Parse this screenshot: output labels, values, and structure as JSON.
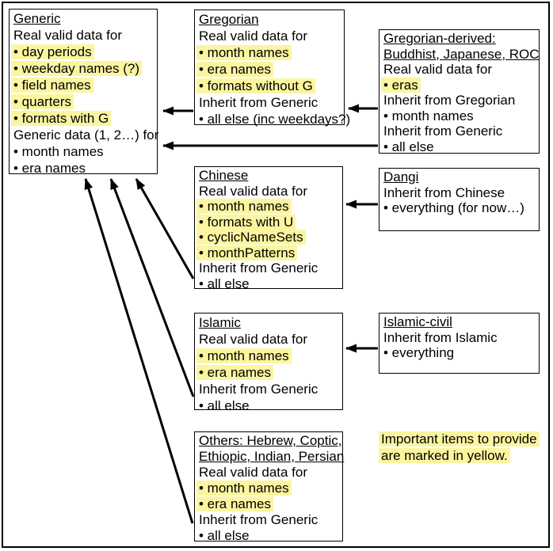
{
  "diagram": {
    "title": "Calendar data inheritance diagram",
    "colors": {
      "highlight": "#FBF5A0",
      "line": "#000000",
      "background": "#FFFFFF",
      "text": "#000000"
    },
    "boxes": [
      {
        "id": "generic",
        "lines": [
          {
            "text": "Generic",
            "underline": true
          },
          {
            "text": "Real valid data for"
          },
          {
            "text": "• day periods",
            "highlight": true
          },
          {
            "text": "• weekday names (?)",
            "highlight": true
          },
          {
            "text": "• field names",
            "highlight": true
          },
          {
            "text": "• quarters",
            "highlight": true
          },
          {
            "text": "• formats with G",
            "highlight": true
          },
          {
            "text": "Generic data (1, 2…) for"
          },
          {
            "text": "• month names"
          },
          {
            "text": "• era names"
          }
        ]
      },
      {
        "id": "gregorian",
        "lines": [
          {
            "text": "Gregorian",
            "underline": true
          },
          {
            "text": "Real valid data for"
          },
          {
            "text": "• month names",
            "highlight": true
          },
          {
            "text": "• era names",
            "highlight": true
          },
          {
            "text": "• formats without G",
            "highlight": true
          },
          {
            "text": "Inherit from Generic"
          },
          {
            "text": "• all else (inc weekdays?)"
          }
        ]
      },
      {
        "id": "gregorian-derived",
        "lines": [
          {
            "text": "Gregorian-derived:",
            "underline": true
          },
          {
            "text": "Buddhist, Japanese, ROC",
            "underline": true
          },
          {
            "text": "Real valid data for"
          },
          {
            "text": "• eras",
            "highlight": true
          },
          {
            "text": "Inherit from Gregorian"
          },
          {
            "text": "• month names"
          },
          {
            "text": "Inherit from Generic"
          },
          {
            "text": "• all else"
          }
        ]
      },
      {
        "id": "chinese",
        "lines": [
          {
            "text": "Chinese",
            "underline": true
          },
          {
            "text": "Real valid data for"
          },
          {
            "text": "• month names",
            "highlight": true
          },
          {
            "text": "• formats with U",
            "highlight": true
          },
          {
            "text": "• cyclicNameSets",
            "highlight": true
          },
          {
            "text": "• monthPatterns",
            "highlight": true
          },
          {
            "text": "Inherit from Generic"
          },
          {
            "text": "• all else"
          }
        ]
      },
      {
        "id": "dangi",
        "lines": [
          {
            "text": "Dangi",
            "underline": true
          },
          {
            "text": "Inherit from Chinese"
          },
          {
            "text": "• everything (for now…)"
          }
        ]
      },
      {
        "id": "islamic",
        "lines": [
          {
            "text": "Islamic",
            "underline": true
          },
          {
            "text": "Real valid data for"
          },
          {
            "text": "• month names",
            "highlight": true
          },
          {
            "text": "• era names",
            "highlight": true
          },
          {
            "text": "Inherit from Generic"
          },
          {
            "text": "• all else"
          }
        ]
      },
      {
        "id": "islamic-civil",
        "lines": [
          {
            "text": "Islamic-civil",
            "underline": true
          },
          {
            "text": "Inherit from Islamic"
          },
          {
            "text": "• everything"
          }
        ]
      },
      {
        "id": "others",
        "lines": [
          {
            "text": "Others: Hebrew, Coptic,",
            "underline": true
          },
          {
            "text": "Ethiopic, Indian, Persian",
            "underline": true
          },
          {
            "text": "Real valid data for"
          },
          {
            "text": "• month names",
            "highlight": true
          },
          {
            "text": "• era names",
            "highlight": true
          },
          {
            "text": "Inherit from Generic"
          },
          {
            "text": "• all else"
          }
        ]
      },
      {
        "id": "note",
        "lines": [
          {
            "text": "Important items to provide",
            "highlight": true
          },
          {
            "text": "are marked in yellow.",
            "highlight": true
          }
        ]
      }
    ],
    "arrows": [
      {
        "from": "gregorian",
        "to": "generic"
      },
      {
        "from": "gregorian-derived",
        "to": "gregorian"
      },
      {
        "from": "gregorian-derived",
        "to": "generic"
      },
      {
        "from": "dangi",
        "to": "chinese"
      },
      {
        "from": "islamic-civil",
        "to": "islamic"
      },
      {
        "from": "chinese",
        "to": "generic"
      },
      {
        "from": "islamic",
        "to": "generic"
      },
      {
        "from": "others",
        "to": "generic"
      }
    ]
  }
}
